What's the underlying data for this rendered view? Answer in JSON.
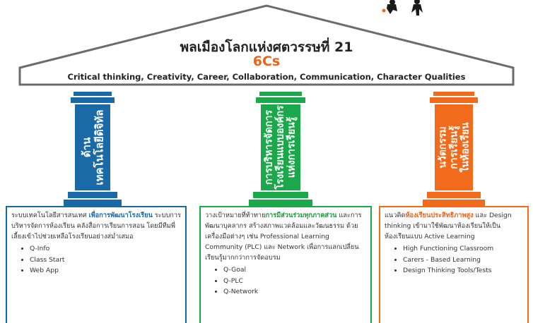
{
  "roof": {
    "title": "พลเมืองโลกแห่งศตวรรษที่ 21",
    "subtitle": "6Cs",
    "skills": "Critical thinking, Creativity, Career, Collaboration, Communication, Character Qualities"
  },
  "pillars": [
    {
      "label_line1": "ด้าน",
      "label_line2": "เทคโนโลยีดิจิทัล",
      "color": "#1a6aa8"
    },
    {
      "label_line1": "การบริหารจัดการ",
      "label_line2": "โรงเรียนแบบองค์กร",
      "label_line3": "แห่งการเรียนรู้",
      "color": "#1aa84a"
    },
    {
      "label_line1": "นวัตกรรม",
      "label_line2": "การเรียนรู้",
      "label_line3": "ในห้องเรียน",
      "color": "#f26a1b"
    }
  ],
  "boxes": [
    {
      "text_before": "ระบบเทคโนโลยีสารสนเทศ ",
      "highlight": "เพื่อการพัฒนาโรงเรียน",
      "text_after": " ระบบการบริหารจัดการห้องเรียน คลังสื่อการเรียนการสอน  โดยมีทีมพี่เลี้ยงเข้าไปช่วยเหลือโรงเรียนอย่างสม่ำเสมอ",
      "items": [
        "Q-Info",
        "Class Start",
        "Web App"
      ]
    },
    {
      "text_before": "วางเป้าหมายที่ท้าทาย",
      "highlight": "การมีส่วนร่วมทุกภาคส่วน",
      "text_after": " และการพัฒนาบุคลากร สร้างสภาพแวดล้อมและวัฒนธรรม ด้วยเครื่องมือต่างๆ เช่น Professional Learning Community (PLC) และ Network เพื่อการแลกเปลี่ยนเรียนรู้มากกว่าการจัดอบรม",
      "items": [
        "Q-Goal",
        "Q-PLC",
        "Q-Network"
      ]
    },
    {
      "text_before": "แนวคิด",
      "highlight": "ห้องเรียนประสิทธิภาพสูง",
      "text_after": " และ Design thinking เข้ามาใช้พัฒนาห้องเรียนให้เป็นห้องเรียนแบบ Active Learning",
      "items": [
        "High Functioning Classroom",
        "Carers - Based Learning",
        "Design Thinking Tools/Tests"
      ]
    }
  ]
}
